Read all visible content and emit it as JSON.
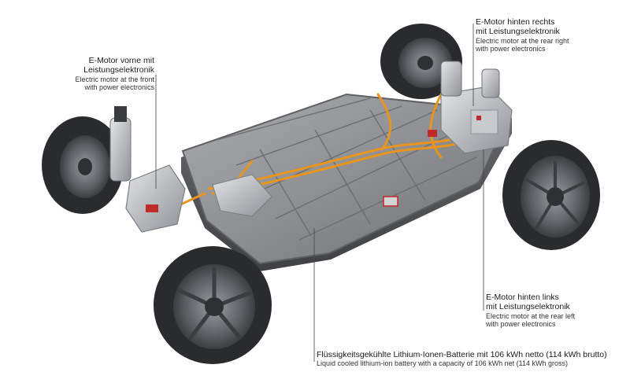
{
  "labels": {
    "front_motor": {
      "de_line1": "E-Motor vorne mit",
      "de_line2": "Leistungselektronik",
      "en_line1": "Electric motor at the front",
      "en_line2": "with power electronics"
    },
    "rear_right_motor": {
      "de_line1": "E-Motor hinten rechts",
      "de_line2": "mit Leistungselektronik",
      "en_line1": "Electric motor at the rear right",
      "en_line2": "with power electronics"
    },
    "rear_left_motor": {
      "de_line1": "E-Motor hinten links",
      "de_line2": "mit Leistungselektronik",
      "en_line1": "Electric motor at the rear left",
      "en_line2": "with power electronics"
    },
    "battery": {
      "de": "Flüssigkeitsgekühlte Lithium-Ionen-Batterie mit 106 kWh netto (114 kWh brutto)",
      "en": "Liquid cooled lithium-ion battery with a capacity of 106 kWh net (114 kWh gross)"
    }
  },
  "colors": {
    "battery_body": "#8d8f92",
    "battery_edge": "#5e6064",
    "cable": "#e8941e",
    "tire": "#2a2b2d",
    "rim": "#6f7276",
    "metal": "#b9bcc0",
    "leader_line": "#444444"
  },
  "icons": {
    "brand_badge": "four-rings-logo"
  }
}
